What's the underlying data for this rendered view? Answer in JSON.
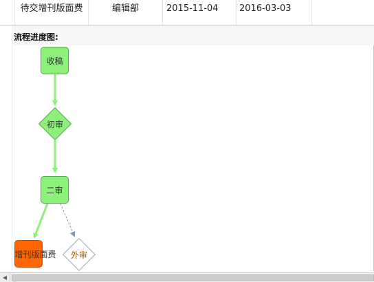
{
  "table": {
    "row": {
      "name": "待交增刊版面费",
      "department": "编辑部",
      "start_date": "2015-11-04",
      "end_date": "2016-03-03"
    }
  },
  "flow": {
    "title": "流程进度图:",
    "nodes": {
      "receive": "收稿",
      "first_review": "初审",
      "second_review": "二审",
      "supplement_fee": "增刊版面费",
      "external_review": "外审"
    },
    "colors": {
      "done": "#8cf07a",
      "current": "#ff6600",
      "pending": "#ffffff",
      "done_edge": "#8cf07a",
      "pending_edge": "#7f95b8"
    }
  },
  "scrollbar": {
    "left_arrow_icon": "chevron-left-icon"
  }
}
